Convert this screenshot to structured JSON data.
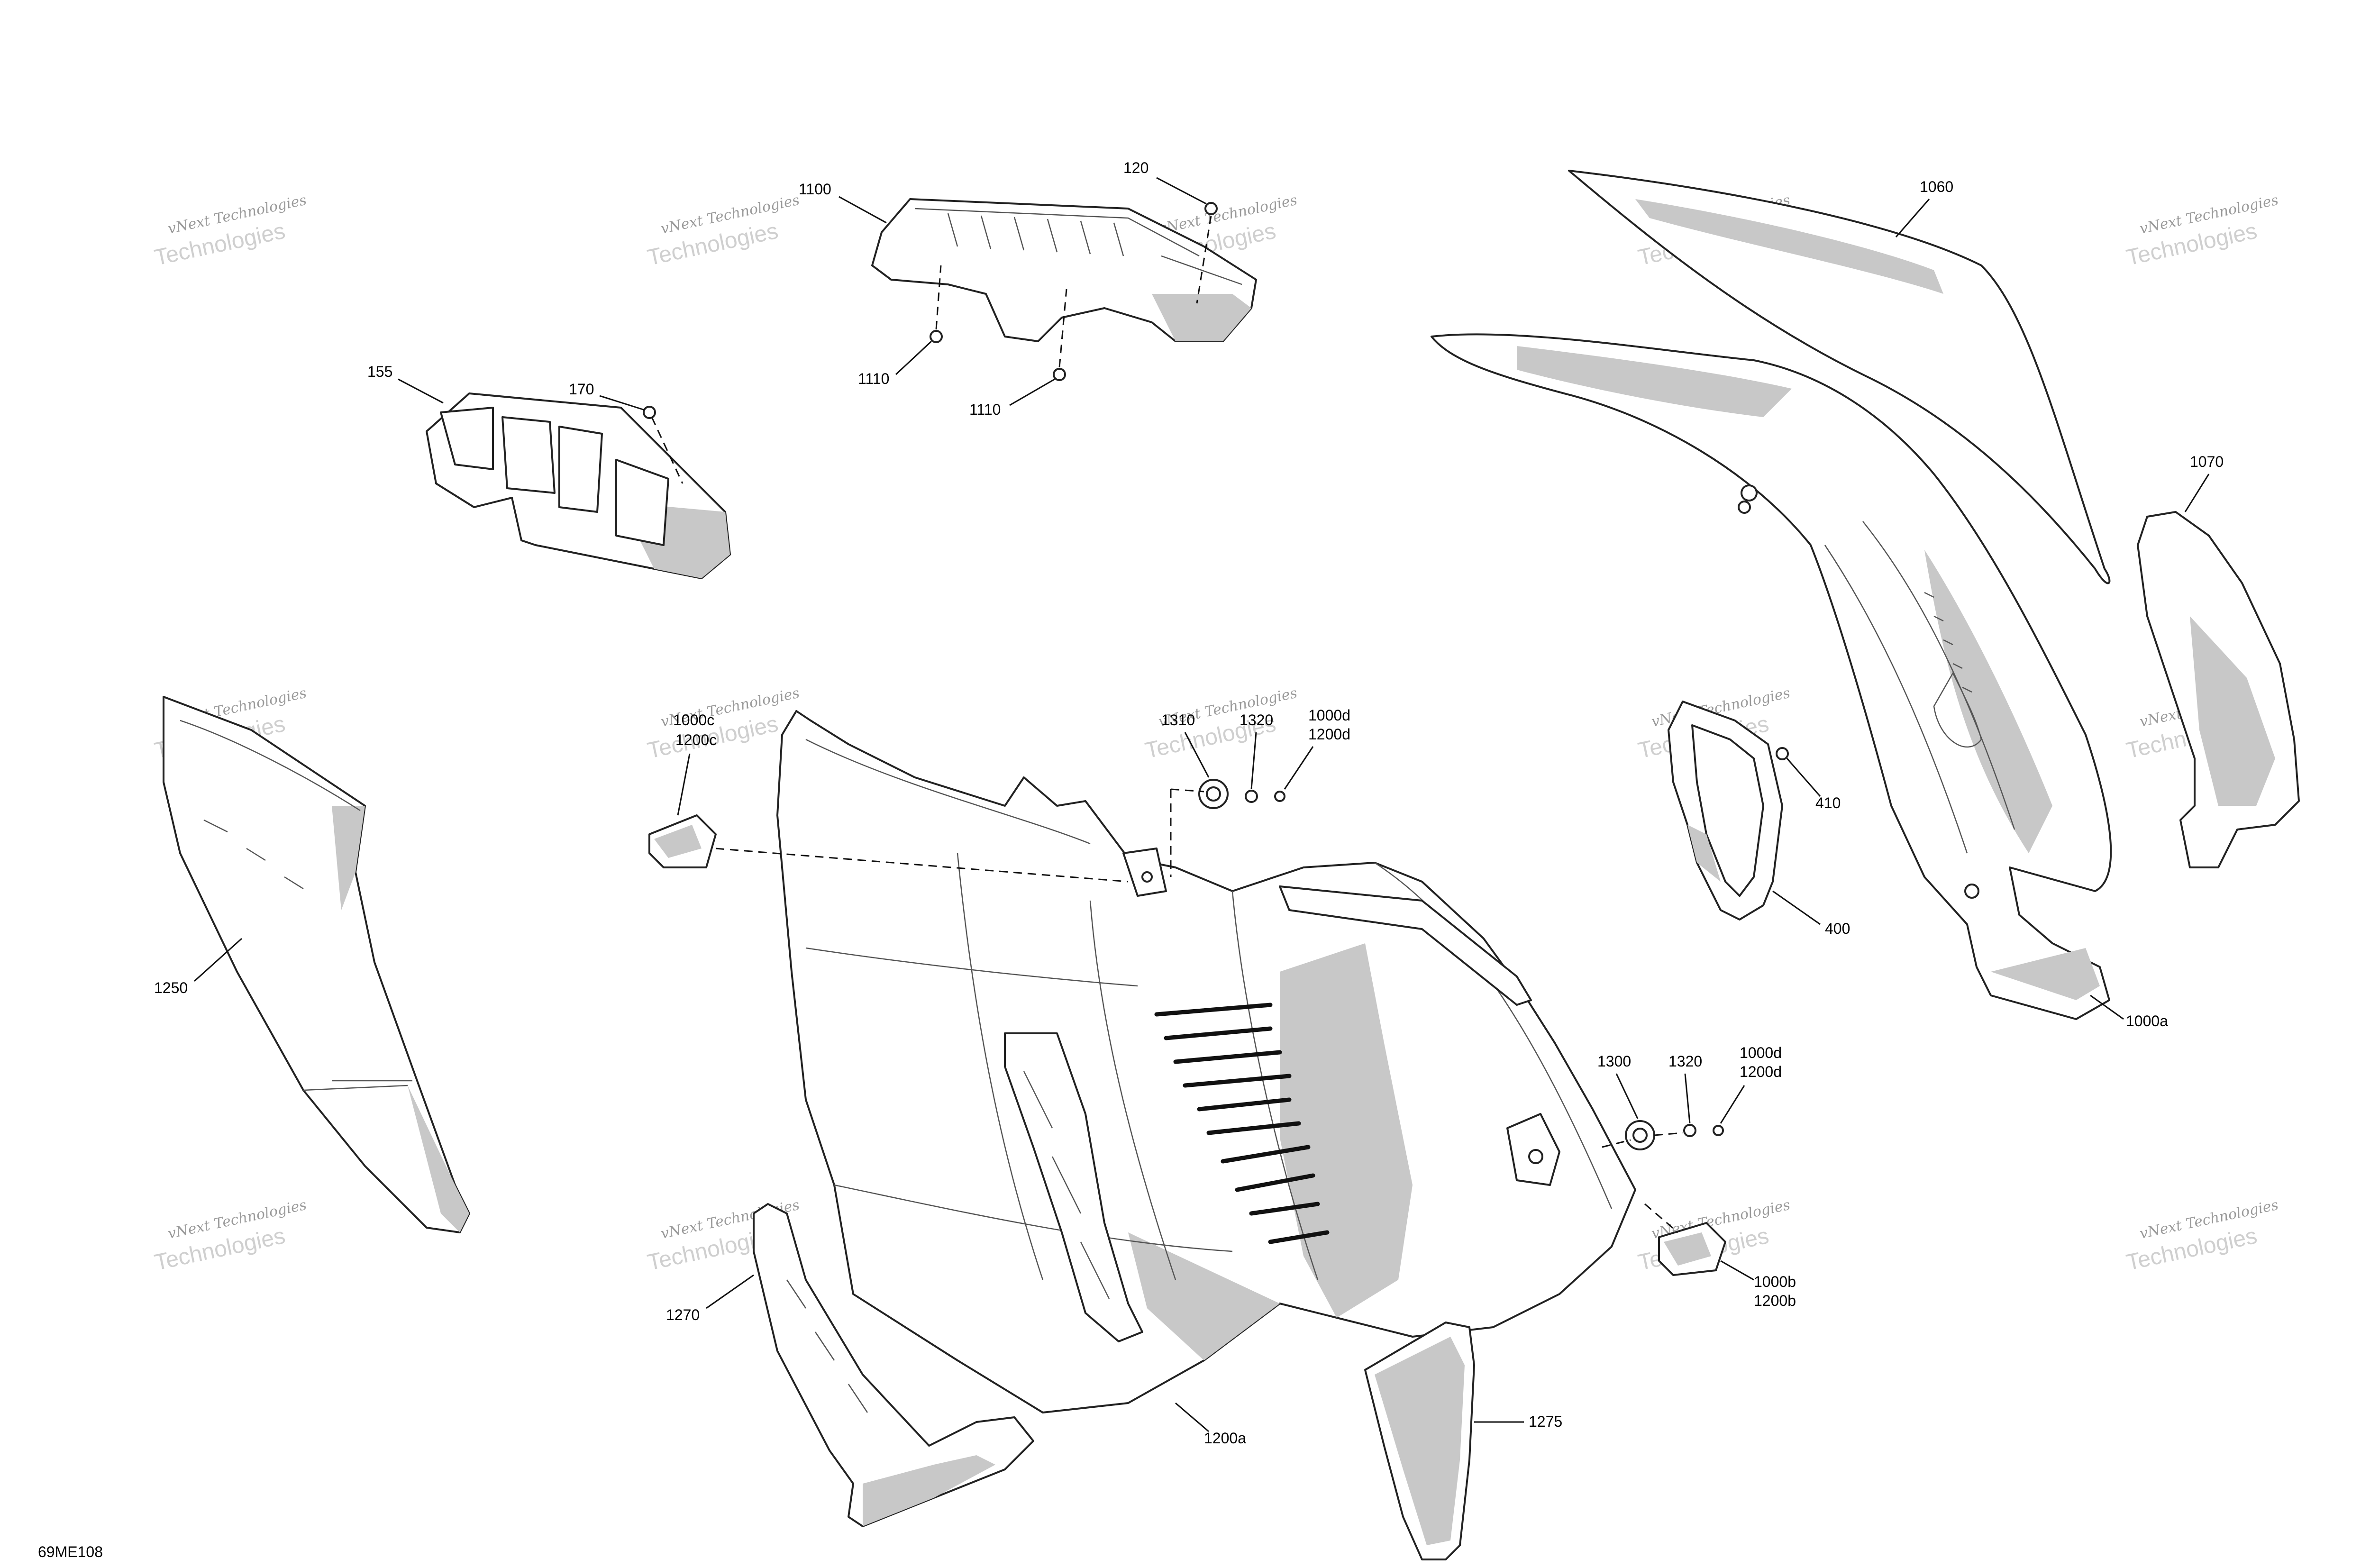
{
  "figure_code": "69ME108",
  "watermark": {
    "line1": "vNext Technologies",
    "line2": "Technologies"
  },
  "callouts": {
    "c155": "155",
    "c170": "170",
    "c1100": "1100",
    "c120": "120",
    "c1110a": "1110",
    "c1110b": "1110",
    "c1060": "1060",
    "c1070": "1070",
    "c410": "410",
    "c400": "400",
    "c1000a": "1000a",
    "c1000c_1200c": [
      "1000c",
      "1200c"
    ],
    "c1310": "1310",
    "c1320a": "1320",
    "c1000d_1200d_a": [
      "1000d",
      "1200d"
    ],
    "c1250": "1250",
    "c1300": "1300",
    "c1320b": "1320",
    "c1000d_1200d_b": [
      "1000d",
      "1200d"
    ],
    "c1000b_1200b": [
      "1000b",
      "1200b"
    ],
    "c1270": "1270",
    "c1200a": "1200a",
    "c1275": "1275"
  }
}
